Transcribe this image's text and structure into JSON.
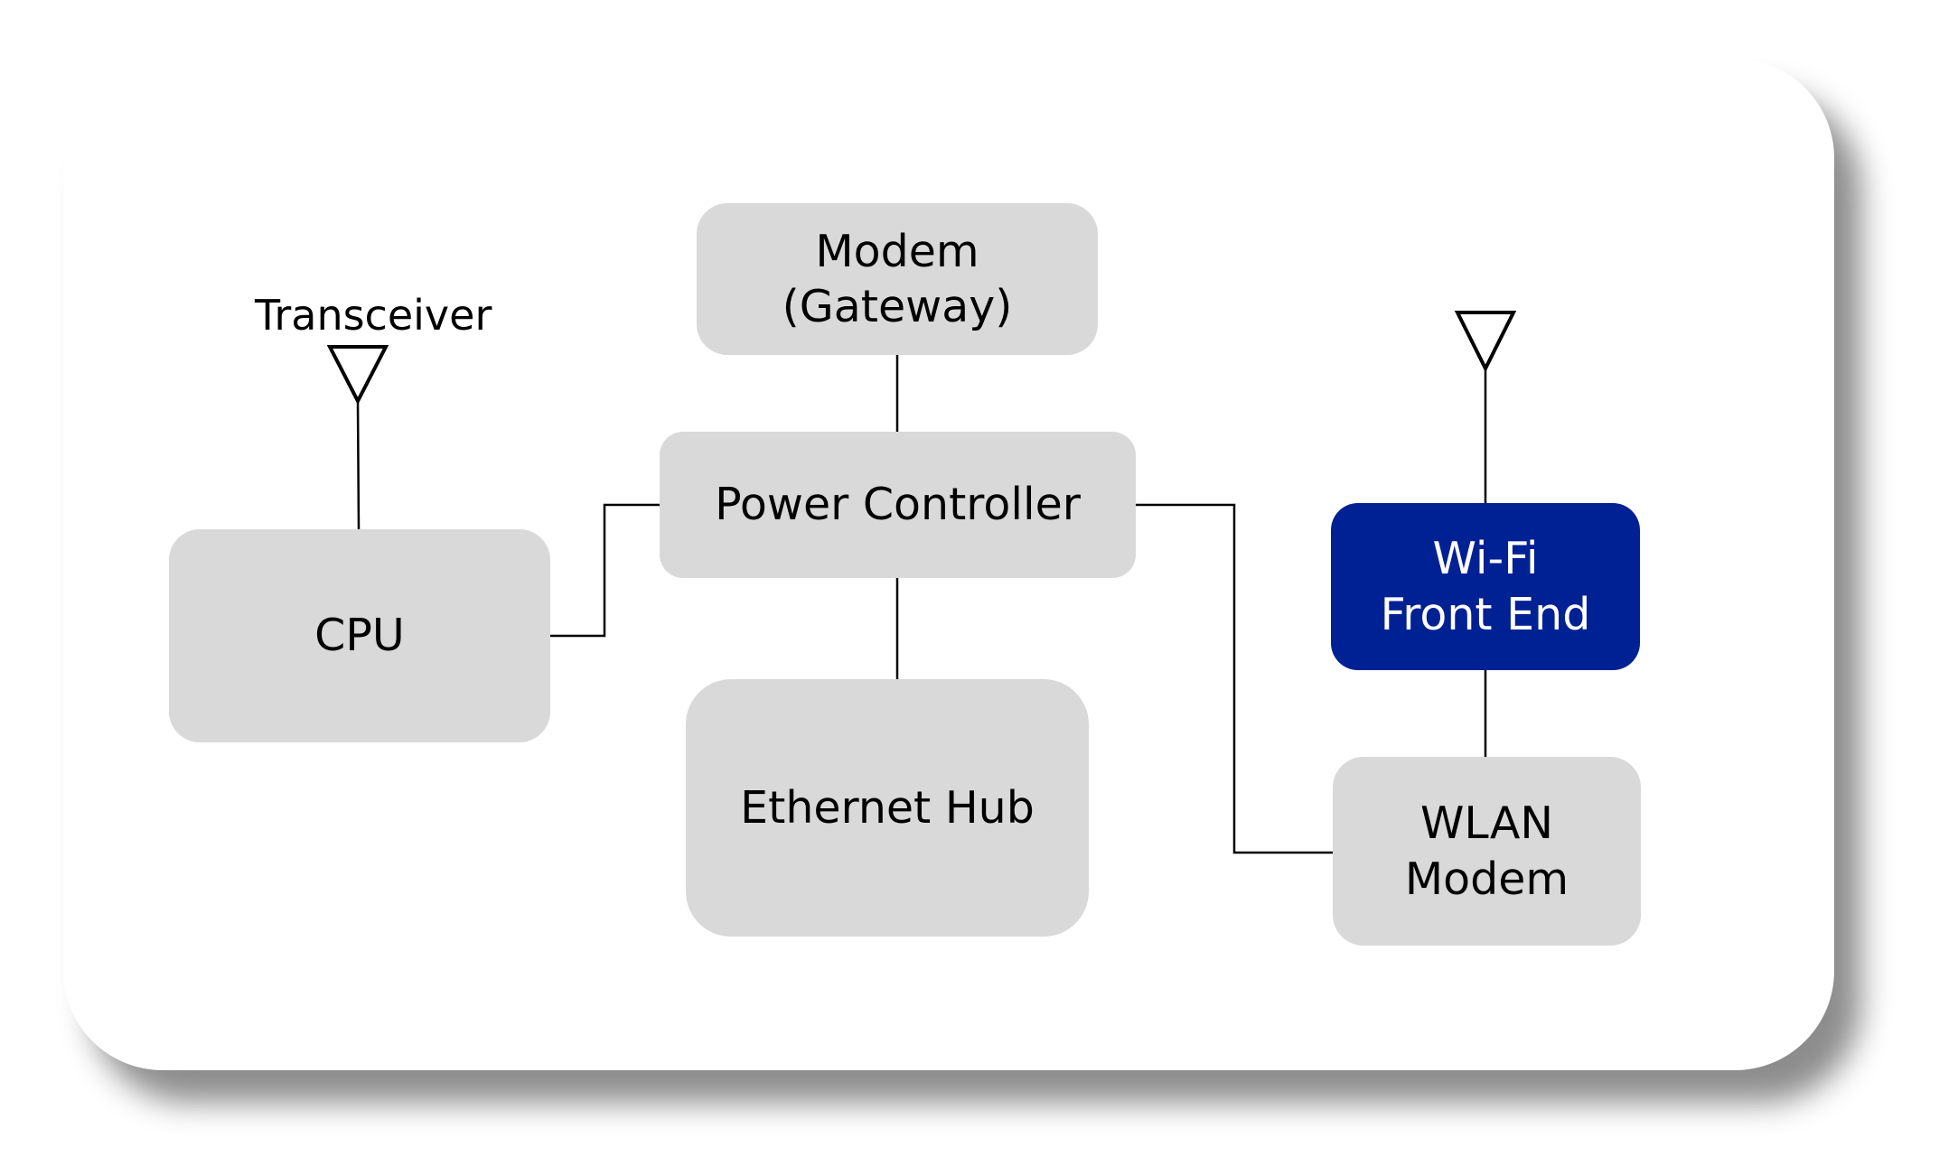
{
  "diagram": {
    "blocks": {
      "modem_gateway": "Modem\n(Gateway)",
      "power_controller": "Power Controller",
      "cpu": "CPU",
      "ethernet_hub": "Ethernet Hub",
      "wifi_front_end": "Wi-Fi\nFront End",
      "wlan_modem": "WLAN\nModem"
    },
    "antennas": {
      "transceiver_label": "Transceiver"
    },
    "colors": {
      "block_fill": "#d9d9d9",
      "accent_fill": "#002193",
      "accent_text": "#ffffff",
      "line": "#000000"
    }
  }
}
